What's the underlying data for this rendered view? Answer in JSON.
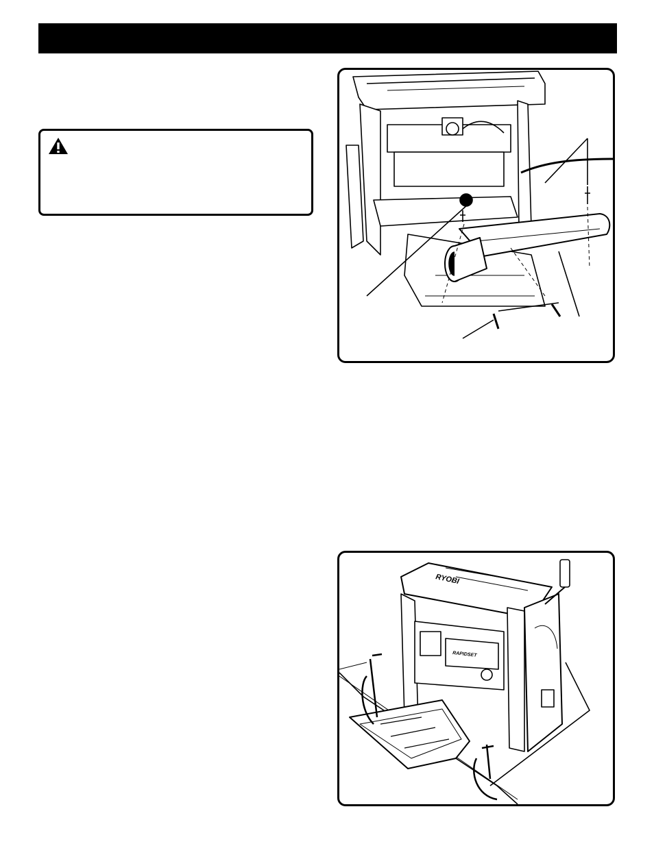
{
  "header": {
    "background": "#000000"
  },
  "warning": {
    "icon": "warning-triangle-icon"
  },
  "figure1": {
    "icon": "planer-outfeed-table-assembly-illustration"
  },
  "figure2": {
    "icon": "planer-clamped-to-workbench-illustration",
    "brand_logo": "RYOBI",
    "badge_text": "RAPIDSET"
  }
}
